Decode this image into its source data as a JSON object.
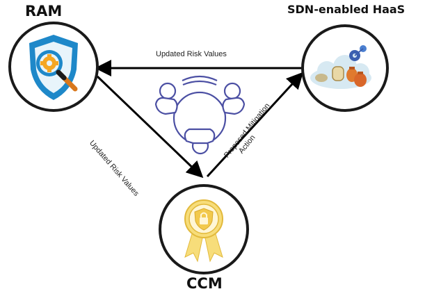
{
  "nodes": {
    "ram": {
      "title": "RAM",
      "icon": "shield-gear-magnifier-icon"
    },
    "haas": {
      "title": "SDN-enabled HaaS",
      "icon": "cloud-honeypot-gear-icon"
    },
    "ccm": {
      "title": "CCM",
      "icon": "shield-lock-award-badge-icon"
    },
    "center": {
      "icon": "team-circle-icon"
    }
  },
  "edges": [
    {
      "from": "SDN-enabled HaaS",
      "to": "RAM",
      "label": "Updated Risk Values"
    },
    {
      "from": "RAM",
      "to": "CCM",
      "label": "Updated Risk Values"
    },
    {
      "from": "CCM",
      "to": "SDN-enabled HaaS",
      "label_lines": [
        "Proposed Mitigation",
        "Action"
      ]
    }
  ],
  "colors": {
    "circle_stroke": "#1a1a1a",
    "shield_blue": "#1e88c9",
    "gear_orange": "#f5a623",
    "team_purple": "#4b4fa3",
    "badge_gold": "#f2c94c",
    "arrow": "#000000"
  }
}
